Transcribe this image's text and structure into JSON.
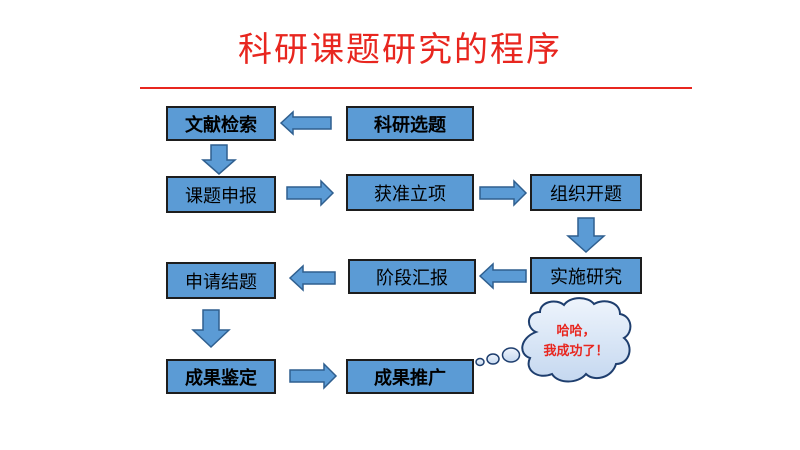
{
  "title": "科研课题研究的程序",
  "colors": {
    "title": "#e8261f",
    "box_fill": "#5b9bd5",
    "arrow_fill": "#5b9bd5",
    "cloud_fill": "#d6e4f5"
  },
  "steps": {
    "literature_search": "文献检索",
    "topic_selection": "科研选题",
    "project_application": "课题申报",
    "approval": "获准立项",
    "opening": "组织开题",
    "stage_report": "阶段汇报",
    "implementation": "实施研究",
    "apply_conclusion": "申请结题",
    "achievement_appraisal": "成果鉴定",
    "achievement_promotion": "成果推广"
  },
  "cloud": {
    "line1": "哈哈，",
    "line2": "我成功了！"
  }
}
